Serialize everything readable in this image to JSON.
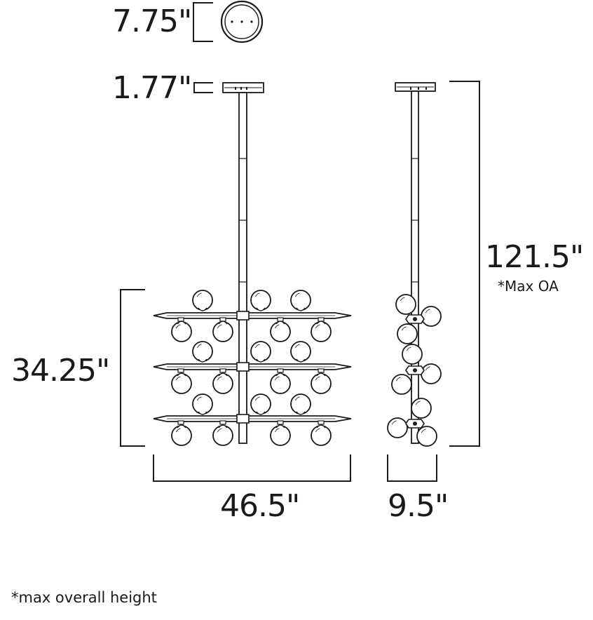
{
  "dimensions": {
    "canopy_diameter": "7.75\"",
    "canopy_height": "1.77\"",
    "max_overall_height": "121.5\"",
    "max_oa_note": "*Max OA",
    "fixture_height": "34.25\"",
    "fixture_width": "46.5\"",
    "fixture_depth": "9.5\""
  },
  "footnote": "*max overall height",
  "colors": {
    "line": "#1a1a1a",
    "background": "#ffffff"
  }
}
